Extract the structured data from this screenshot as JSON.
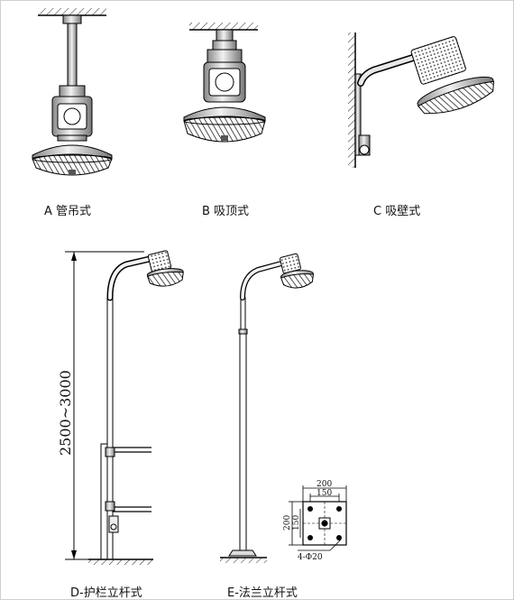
{
  "captions": {
    "a": "A 管吊式",
    "b": "B 吸顶式",
    "c": "C  吸壁式",
    "d": "D-护栏立杆式",
    "e": "E-法兰立杆式"
  },
  "dimensions": {
    "pole_height": "2500~3000",
    "flange_width_outer": "200",
    "flange_width_inner": "150",
    "flange_height_outer": "200",
    "flange_height_inner": "150",
    "bolt_holes": "4-Φ20"
  }
}
